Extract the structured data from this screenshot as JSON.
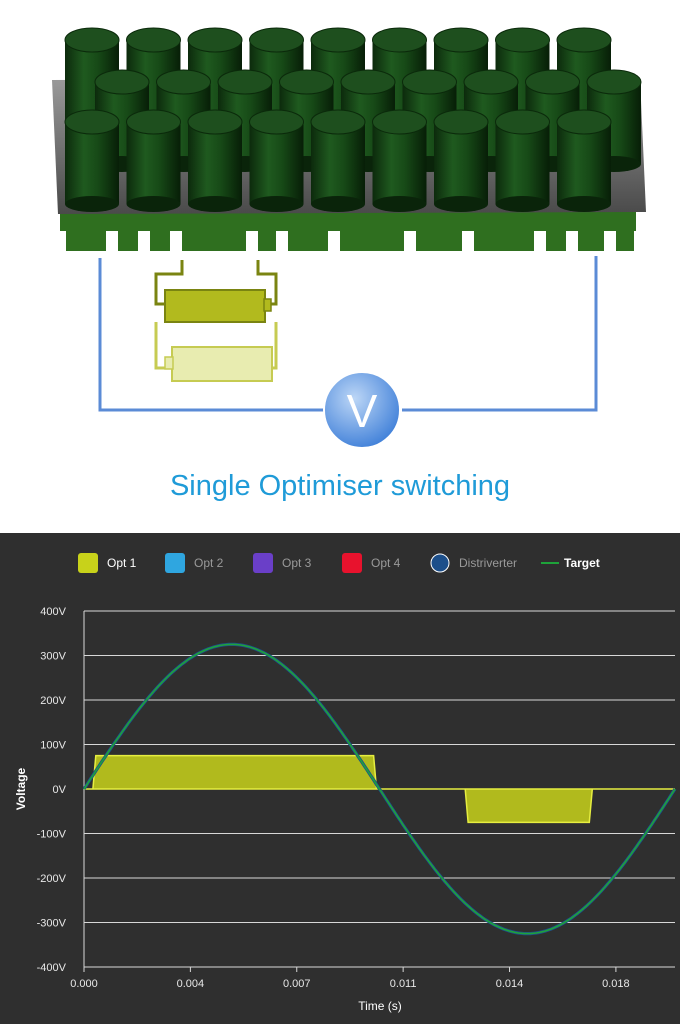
{
  "diagram": {
    "title": "Single Optimiser switching",
    "meter_label": "V"
  },
  "colors": {
    "opt1": "#c8d21a",
    "opt2": "#2fa6e0",
    "opt3": "#6a3fc8",
    "opt4": "#e8122d",
    "distriverter": "#1d4f8a",
    "target": "#1ea33a",
    "title": "#1f9bd8",
    "panel_bg": "#2f2f2f"
  },
  "chart_data": {
    "type": "line",
    "ylabel": "Voltage",
    "xlabel": "Time (s)",
    "ylim": [
      -400,
      400
    ],
    "xlim": [
      0,
      0.02
    ],
    "y_ticks": [
      "400V",
      "300V",
      "200V",
      "100V",
      "0V",
      "-100V",
      "-200V",
      "-300V",
      "-400V"
    ],
    "y_tick_values": [
      400,
      300,
      200,
      100,
      0,
      -100,
      -200,
      -300,
      -400
    ],
    "x_ticks": [
      "0.000",
      "0.004",
      "0.007",
      "0.011",
      "0.014",
      "0.018"
    ],
    "x_tick_values": [
      0,
      0.0036,
      0.0072,
      0.0108,
      0.0144,
      0.018
    ],
    "grid": true,
    "legend_position": "top",
    "legend": [
      {
        "name": "Opt 1",
        "marker": "square",
        "color_key": "opt1",
        "active": true
      },
      {
        "name": "Opt 2",
        "marker": "square",
        "color_key": "opt2",
        "active": false
      },
      {
        "name": "Opt 3",
        "marker": "square",
        "color_key": "opt3",
        "active": false
      },
      {
        "name": "Opt 4",
        "marker": "square",
        "color_key": "opt4",
        "active": false
      },
      {
        "name": "Distriverter",
        "marker": "circle",
        "color_key": "distriverter",
        "active": false
      },
      {
        "name": "Target",
        "marker": "line",
        "color_key": "target",
        "active": true
      }
    ],
    "series": [
      {
        "name": "Opt 1",
        "kind": "area",
        "color_key": "opt1",
        "points": [
          [
            0,
            0
          ],
          [
            0.0003,
            0
          ],
          [
            0.0004,
            75
          ],
          [
            0.0098,
            75
          ],
          [
            0.0099,
            0
          ],
          [
            0.0129,
            0
          ],
          [
            0.013,
            -75
          ],
          [
            0.0171,
            -75
          ],
          [
            0.0172,
            0
          ],
          [
            0.02,
            0
          ]
        ]
      },
      {
        "name": "Distriverter",
        "kind": "sine",
        "color_key": "distriverter",
        "amplitude": 325,
        "frequency": 50,
        "x_start": 0,
        "x_end": 0.02
      },
      {
        "name": "Target",
        "kind": "sine",
        "color_key": "target",
        "amplitude": 325,
        "frequency": 50,
        "x_start": 0,
        "x_end": 0.02
      }
    ]
  }
}
